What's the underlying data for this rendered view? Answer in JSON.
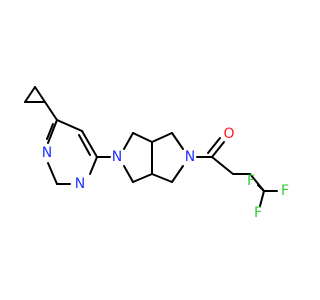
{
  "molecule": {
    "atom_labels": {
      "n_pyrimidine_1": "N",
      "n_pyrimidine_2": "N",
      "n_bicycle_left": "N",
      "n_bicycle_right": "N",
      "o_carbonyl": "O",
      "f_top": "F",
      "f_right": "F",
      "f_bottom": "F"
    }
  },
  "colors": {
    "carbon_bond": "#000000",
    "nitrogen": "#2233ff",
    "oxygen": "#ff1a1a",
    "fluorine": "#33cc33",
    "background": "#ffffff"
  }
}
